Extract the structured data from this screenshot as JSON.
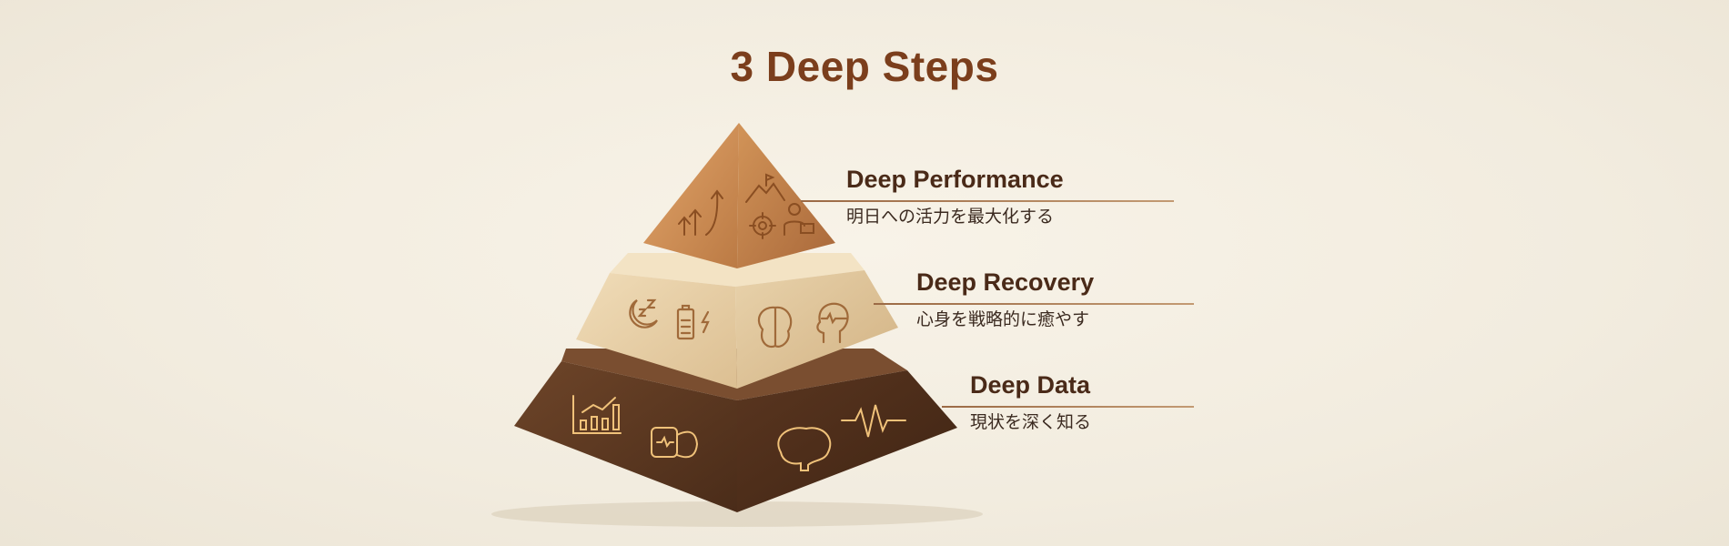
{
  "title": "3 Deep Steps",
  "levels": [
    {
      "name": "Deep Performance",
      "subtitle": "明日への活力を最大化する",
      "icons": [
        "rising-arrows-icon",
        "mountain-flag-icon",
        "target-icon",
        "businessman-icon"
      ]
    },
    {
      "name": "Deep Recovery",
      "subtitle": "心身を戦略的に癒やす",
      "icons": [
        "moon-sleep-icon",
        "battery-charge-icon",
        "brain-icon",
        "head-pulse-icon"
      ]
    },
    {
      "name": "Deep Data",
      "subtitle": "現状を深く知る",
      "icons": [
        "bar-chart-icon",
        "smartwatch-icon",
        "brain-icon",
        "heartbeat-icon"
      ]
    }
  ],
  "colors": {
    "title": "#7b3e1c",
    "top_wood": "#c98a52",
    "middle_wood": "#e6cfa6",
    "bottom_wood": "#5a3822",
    "engrave": "#f0c27a"
  }
}
